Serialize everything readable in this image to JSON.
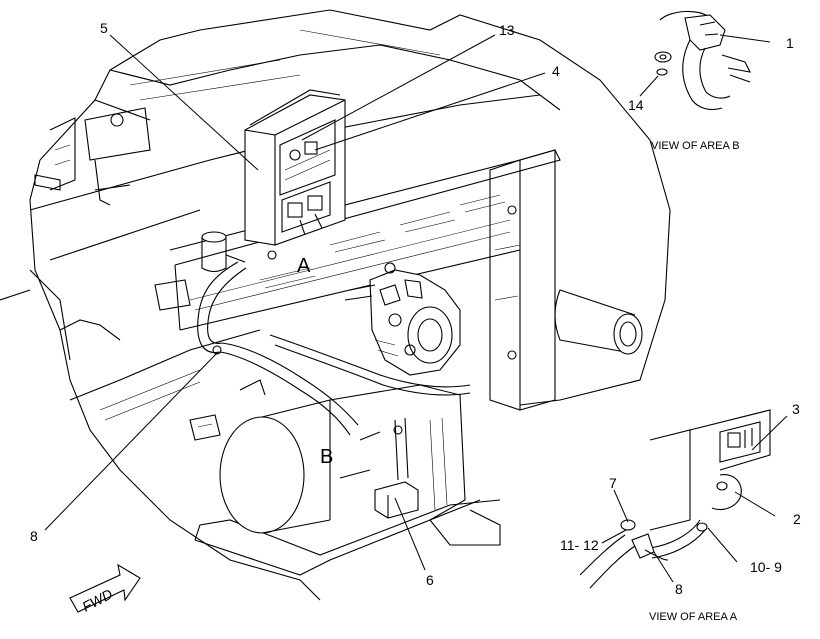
{
  "callouts": {
    "c1": "1",
    "c2": "2",
    "c3": "3",
    "c4": "4",
    "c5": "5",
    "c6": "6",
    "c7": "7",
    "c8_main": "8",
    "c8_detail": "8",
    "c10_9": "10- 9",
    "c11_12": "11- 12",
    "c13": "13",
    "c14": "14"
  },
  "area_markers": {
    "a": "A",
    "b": "B"
  },
  "captions": {
    "view_b": "VIEW OF AREA B",
    "view_a": "VIEW OF AREA A"
  },
  "fwd_label": "FWD",
  "colors": {
    "line": "#000000",
    "background": "#ffffff"
  }
}
